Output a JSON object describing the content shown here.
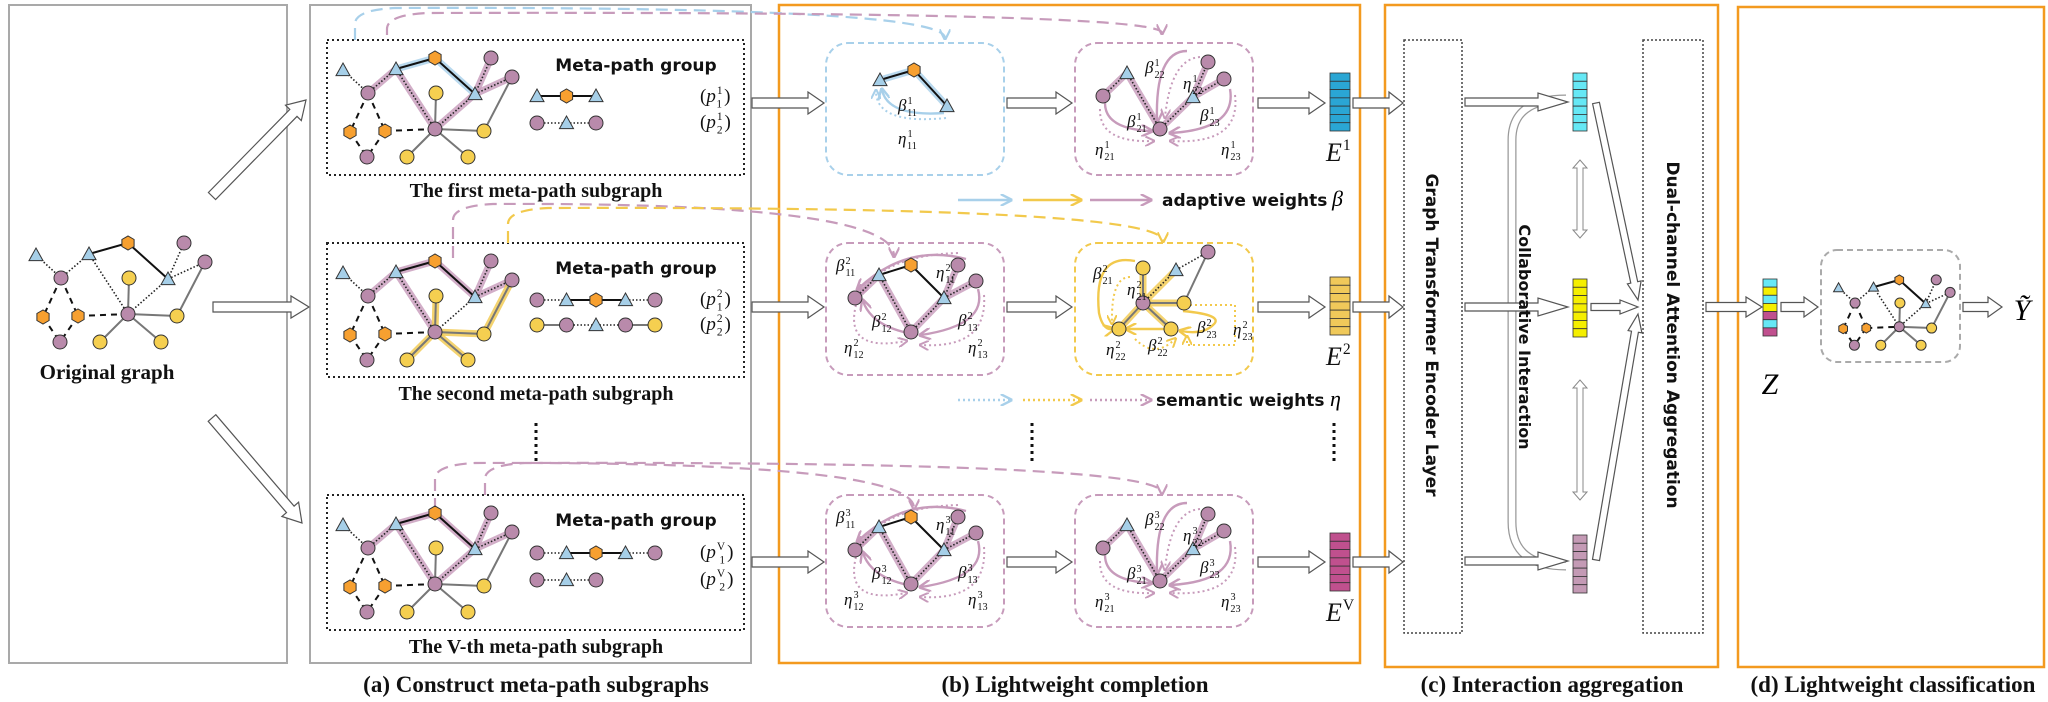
{
  "original": {
    "label": "Original graph"
  },
  "construct": {
    "caption": "(a) Construct meta-path subgraphs",
    "subgraphs": [
      {
        "title": "The first meta-path subgraph",
        "group_title": "Meta-path group",
        "paths": [
          {
            "sym": "p",
            "sup": "1",
            "sub": "1"
          },
          {
            "sym": "p",
            "sup": "1",
            "sub": "2"
          }
        ]
      },
      {
        "title": "The second meta-path subgraph",
        "group_title": "Meta-path group",
        "paths": [
          {
            "sym": "p",
            "sup": "2",
            "sub": "1"
          },
          {
            "sym": "p",
            "sup": "2",
            "sub": "2"
          }
        ]
      },
      {
        "title": "The V-th meta-path subgraph",
        "group_title": "Meta-path group",
        "paths": [
          {
            "sym": "p",
            "sup": "V",
            "sub": "1"
          },
          {
            "sym": "p",
            "sup": "V",
            "sub": "2"
          }
        ]
      }
    ]
  },
  "completion": {
    "caption": "(b) Lightweight completion",
    "legend": [
      {
        "text": "adaptive weights",
        "sym": "β"
      },
      {
        "text": "semantic weights",
        "sym": "η"
      }
    ],
    "rows": [
      {
        "embedding": {
          "sym": "E",
          "sup": "1"
        },
        "box1": [
          {
            "sym": "β",
            "sup": "1",
            "sub": "11"
          },
          {
            "sym": "η",
            "sup": "1",
            "sub": "11"
          }
        ],
        "box2": [
          {
            "sym": "β",
            "sup": "1",
            "sub": "22"
          },
          {
            "sym": "η",
            "sup": "1",
            "sub": "22"
          },
          {
            "sym": "β",
            "sup": "1",
            "sub": "21"
          },
          {
            "sym": "β",
            "sup": "1",
            "sub": "23"
          },
          {
            "sym": "η",
            "sup": "1",
            "sub": "21"
          },
          {
            "sym": "η",
            "sup": "1",
            "sub": "23"
          }
        ]
      },
      {
        "embedding": {
          "sym": "E",
          "sup": "2"
        },
        "box1": [
          {
            "sym": "β",
            "sup": "2",
            "sub": "11"
          },
          {
            "sym": "η",
            "sup": "2",
            "sub": "11"
          },
          {
            "sym": "β",
            "sup": "2",
            "sub": "12"
          },
          {
            "sym": "β",
            "sup": "2",
            "sub": "13"
          },
          {
            "sym": "η",
            "sup": "2",
            "sub": "12"
          },
          {
            "sym": "η",
            "sup": "2",
            "sub": "13"
          }
        ],
        "box2": [
          {
            "sym": "β",
            "sup": "2",
            "sub": "21"
          },
          {
            "sym": "η",
            "sup": "2",
            "sub": "21"
          },
          {
            "sym": "β",
            "sup": "2",
            "sub": "23"
          },
          {
            "sym": "η",
            "sup": "2",
            "sub": "23"
          },
          {
            "sym": "η",
            "sup": "2",
            "sub": "22"
          },
          {
            "sym": "β",
            "sup": "2",
            "sub": "22"
          }
        ]
      },
      {
        "embedding": {
          "sym": "E",
          "sup": "V"
        },
        "box1": [
          {
            "sym": "β",
            "sup": "3",
            "sub": "11"
          },
          {
            "sym": "η",
            "sup": "3",
            "sub": "11"
          },
          {
            "sym": "β",
            "sup": "3",
            "sub": "12"
          },
          {
            "sym": "β",
            "sup": "3",
            "sub": "13"
          },
          {
            "sym": "η",
            "sup": "3",
            "sub": "12"
          },
          {
            "sym": "η",
            "sup": "3",
            "sub": "13"
          }
        ],
        "box2": [
          {
            "sym": "β",
            "sup": "3",
            "sub": "22"
          },
          {
            "sym": "η",
            "sup": "3",
            "sub": "22"
          },
          {
            "sym": "β",
            "sup": "3",
            "sub": "21"
          },
          {
            "sym": "β",
            "sup": "3",
            "sub": "23"
          },
          {
            "sym": "η",
            "sup": "3",
            "sub": "21"
          },
          {
            "sym": "η",
            "sup": "3",
            "sub": "23"
          }
        ]
      }
    ]
  },
  "interaction": {
    "caption": "(c) Interaction aggregation",
    "encoder": "Graph Transformer Encoder Layer",
    "collab": "Collaborative Interaction",
    "dual": "Dual-channel Attention Aggregation"
  },
  "classification": {
    "caption": "(d) Lightweight classification",
    "z": "Z",
    "y": "Ỹ"
  },
  "colors": {
    "frame_gray": "#a9a9a9",
    "frame_orange": "#f39a1f",
    "blue": "#a8d0ea",
    "yellow": "#f2c94c",
    "pink": "#c79bbb",
    "node_purple": "#b98aab",
    "node_orange": "#f7a030",
    "node_yellow": "#f5cf50",
    "node_triangle": "#a6cfe8",
    "e1": "#2aa6d4",
    "e2": "#f0c95a",
    "ev": "#c0508e",
    "ci_cyan": "#66e8f5",
    "ci_yellow": "#f5ef00",
    "ci_purple": "#c49ab5"
  }
}
